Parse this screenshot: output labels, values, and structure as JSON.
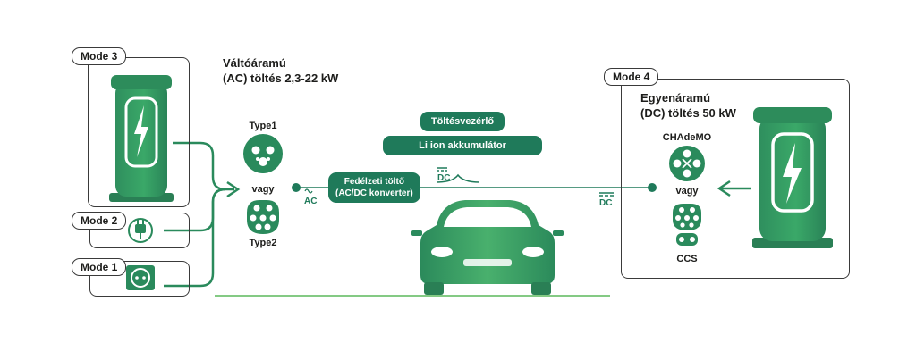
{
  "modes": {
    "mode3": "Mode 3",
    "mode2": "Mode 2",
    "mode1": "Mode 1",
    "mode4": "Mode 4"
  },
  "ac": {
    "title_line1": "Váltóáramú",
    "title_line2": "(AC) töltés 2,3-22 kW",
    "type1": "Type1",
    "or": "vagy",
    "type2": "Type2",
    "ac_label": "AC"
  },
  "center": {
    "controller": "Töltésvezérlő",
    "battery": "Li ion akkumulátor",
    "onboard_line1": "Fedélzeti töltő",
    "onboard_line2": "(AC/DC konverter)",
    "dc_label_left": "DC",
    "dc_label_right": "DC"
  },
  "dc": {
    "title_line1": "Egyenáramú",
    "title_line2": "(DC) töltés 50 kW",
    "chademo": "CHAdeMO",
    "or": "vagy",
    "ccs": "CCS"
  },
  "colors": {
    "green_dark": "#1f7a5a",
    "green_mid": "#2f9a66",
    "green_light": "#5cb85c"
  }
}
